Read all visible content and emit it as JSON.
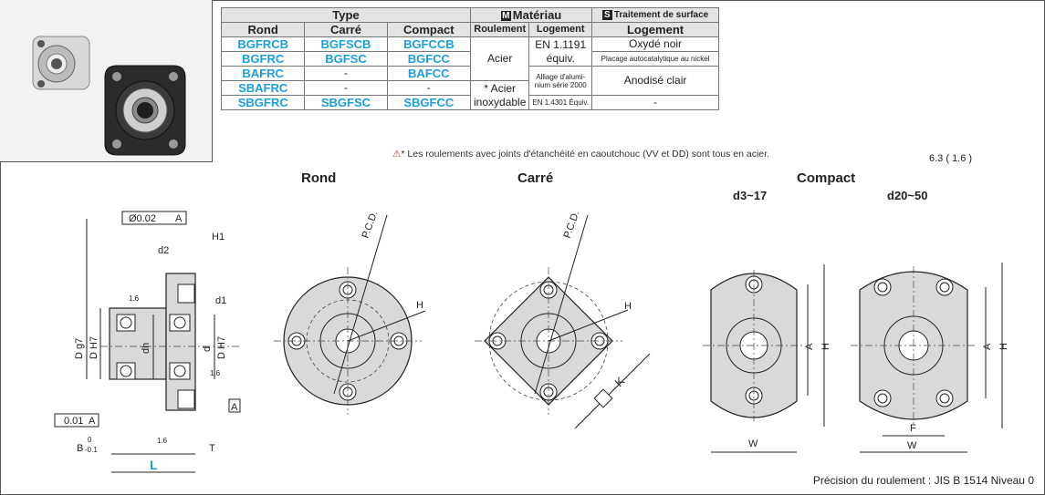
{
  "table": {
    "header_type": "Type",
    "header_material": "Matériau",
    "header_material_letter": "M",
    "header_surface": "Traitement de surface",
    "header_surface_letter": "S",
    "sub_round": "Rond",
    "sub_square": "Carré",
    "sub_compact": "Compact",
    "sub_bearing": "Roulement",
    "sub_housing": "Logement",
    "sub_surface_housing": "Logement",
    "rows": [
      {
        "round": "BGFRCB",
        "square": "BGFSCB",
        "compact": "BGFCCB"
      },
      {
        "round": "BGFRC",
        "square": "BGFSC",
        "compact": "BGFCC"
      },
      {
        "round": "BAFRC",
        "square": "-",
        "compact": "BAFCC"
      },
      {
        "round": "SBAFRC",
        "square": "-",
        "compact": "-"
      },
      {
        "round": "SBGFRC",
        "square": "SBGFSC",
        "compact": "SBGFCC"
      }
    ],
    "bearing_steel": "Acier",
    "bearing_stainless_1": "* Acier",
    "bearing_stainless_2": "inoxydable",
    "housing_en1": "EN 1.1191",
    "housing_en1_b": "équiv.",
    "housing_alu_1": "Alliage d'alumi-",
    "housing_alu_2": "nium série 2000",
    "housing_en2": "EN 1.4301 Équiv.",
    "surf_black": "Oxydé noir",
    "surf_nickel": "Placage autocatalytique au nickel",
    "surf_anod": "Anodisé clair",
    "surf_dash": "-"
  },
  "note": "* Les roulements avec joints d'étanchéité en caoutchouc (VV et DD) sont tous en acier.",
  "roughness": "6.3 ( 1.6 )",
  "views": {
    "round": "Rond",
    "square": "Carré",
    "compact": "Compact",
    "compact_small": "d3~17",
    "compact_large": "d20~50"
  },
  "section_labels": {
    "concentricity": "Ø0.02",
    "datum_a": "A",
    "perp": "0.01",
    "h1": "H1",
    "d2": "d2",
    "d1": "d1",
    "r16a": "1.6",
    "r16b": "1.6",
    "r16c": "1.6",
    "dg7": "D g7",
    "dh7": "D H7",
    "dh": "dh",
    "d": "d",
    "dh7b": "D H7",
    "b": "B",
    "b_tol_up": "0",
    "b_tol_low": "-0.1",
    "t": "T",
    "l": "L"
  },
  "dim_labels": {
    "pcd": "P.C.D.",
    "h": "H",
    "k": "K",
    "a": "A",
    "w": "W",
    "f": "F"
  },
  "footnote": "Précision du roulement : JIS B 1514 Niveau 0"
}
